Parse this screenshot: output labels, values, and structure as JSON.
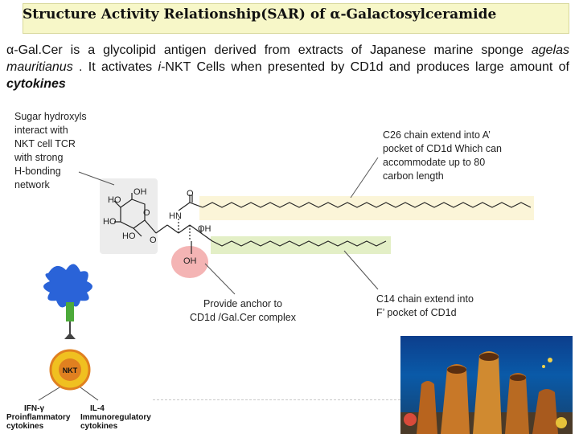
{
  "title": "Structure Activity Relationship(SAR) of α-Galactosylceramide",
  "intro": {
    "p1": "α-Gal.Cer is a glycolipid antigen derived from extracts of Japanese marine sponge ",
    "species": "agelas mauritianus",
    "p2": " . It activates ",
    "inkt_i": "i",
    "p3": "-NKT Cells  when presented by CD1d and  produces large amount of ",
    "cytokines": "cytokines"
  },
  "notes": {
    "sugar": [
      "Sugar hydroxyls",
      "interact with",
      "NKT cell TCR",
      "with strong",
      "H-bonding",
      "network"
    ],
    "c26": [
      "C26 chain extend into A’",
      "pocket of CD1d Which can",
      "accommodate up to 80",
      "carbon length"
    ],
    "anchor": [
      "Provide anchor  to",
      "CD1d /Gal.Cer complex"
    ],
    "c14": [
      "C14 chain extend into",
      "F’ pocket of CD1d"
    ]
  },
  "molecule": {
    "oh_top": "OH",
    "ho1": "HO",
    "ho2": "HO",
    "ho3": "HO",
    "o_ring": "O",
    "o_link": "O",
    "o_carbonyl": "O",
    "hn": "HN",
    "oh_mid": "OH",
    "oh_low": "OH"
  },
  "cell": {
    "nkt_label": "NKT",
    "ifn": "IFN-γ",
    "ifn_desc": [
      "Proinflammatory",
      "cytokines"
    ],
    "il4": "IL-4",
    "il4_desc": [
      "Immunoregulatory",
      "cytokines"
    ]
  },
  "colors": {
    "title_bg": "#f7f7c8",
    "anchor_highlight": "#f4b4b4",
    "c26_band": "#fbf5d8",
    "c14_band": "#e3efc6",
    "apc_blue": "#2a63d8",
    "nkt_yellow": "#f0c020",
    "nkt_orange": "#e08020"
  }
}
